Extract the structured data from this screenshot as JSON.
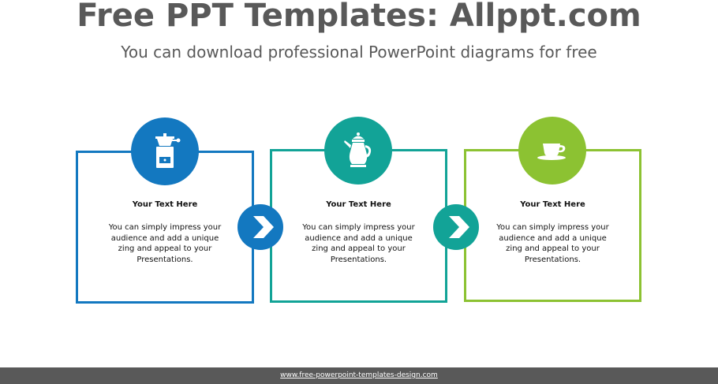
{
  "title": "Free PPT Templates: Allppt.com",
  "subtitle": "You can download professional PowerPoint diagrams for free",
  "colors": {
    "blue": "#1378c0",
    "teal": "#12a397",
    "green": "#8cc232",
    "text_gray": "#595959"
  },
  "cards": [
    {
      "heading": "Your Text  Here",
      "body": "You can simply impress your audience and add a unique zing and appeal to your Presentations.",
      "icon": "coffee-grinder-icon",
      "color": "#1378c0"
    },
    {
      "heading": "Your Text  Here",
      "body": "You can simply impress your audience and add a unique zing and appeal to your Presentations.",
      "icon": "coffee-pot-icon",
      "color": "#12a397"
    },
    {
      "heading": "Your Text  Here",
      "body": "You can simply impress your audience and add a unique zing and appeal to your Presentations.",
      "icon": "coffee-cup-icon",
      "color": "#8cc232"
    }
  ],
  "arrows": [
    {
      "icon": "chevron-right-icon",
      "color": "#1378c0"
    },
    {
      "icon": "chevron-right-icon",
      "color": "#12a397"
    }
  ],
  "footer": {
    "url": "www.free-powerpoint-templates-design.com"
  }
}
